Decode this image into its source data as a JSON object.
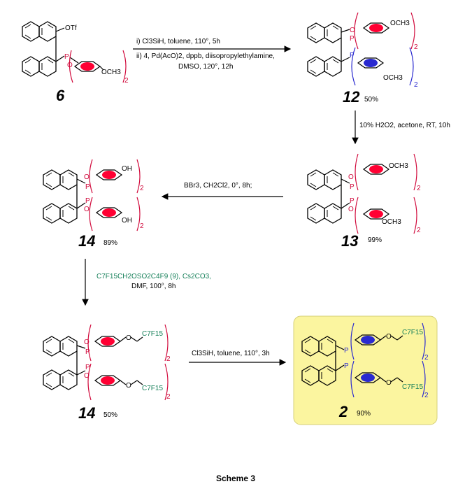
{
  "caption": "Scheme 3",
  "compounds": {
    "c6": {
      "label": "6",
      "otf": "OTf",
      "p": "P",
      "o": "O",
      "ome": "OCH3",
      "sub": "2"
    },
    "c12": {
      "label": "12",
      "yield": "50%",
      "p1": "P",
      "p2": "P",
      "o": "O",
      "ome": "OCH3",
      "sub": "2"
    },
    "c13": {
      "label": "13",
      "yield": "99%",
      "p": "P",
      "o": "O",
      "ome": "OCH3",
      "sub": "2"
    },
    "c14a": {
      "label": "14",
      "yield": "89%",
      "p": "P",
      "o": "O",
      "oh": "OH",
      "sub": "2"
    },
    "c14b": {
      "label": "14",
      "yield": "50%",
      "p": "P",
      "o": "O",
      "c7f15": "C7F15",
      "sub": "2"
    },
    "c2": {
      "label": "2",
      "yield": "90%",
      "p": "P",
      "o": "O",
      "c7f15": "C7F15",
      "sub": "2"
    }
  },
  "steps": {
    "s1_line1": "i) Cl3SiH, toluene, 110°, 5h",
    "s1_line2": "ii) 4, Pd(AcO)2, dppb, diisopropylethylamine,",
    "s1_line3": "DMSO, 120°, 12h",
    "s2": "10% H2O2, acetone, RT, 10h",
    "s3": "BBr3, CH2Cl2, 0°, 8h;",
    "s4_line1": "C7F15CH2OSO2C4F9 (9), Cs2CO3,",
    "s4_line2": "DMF, 100°, 8h",
    "s5": "Cl3SiH, toluene, 110°, 3h"
  },
  "colors": {
    "phosphine_oxide_ring": "#ff0033",
    "phosphine_ring": "#2a2ad0",
    "fluorous_chain": "#17805a",
    "highlight_box": "#fbf59f"
  }
}
